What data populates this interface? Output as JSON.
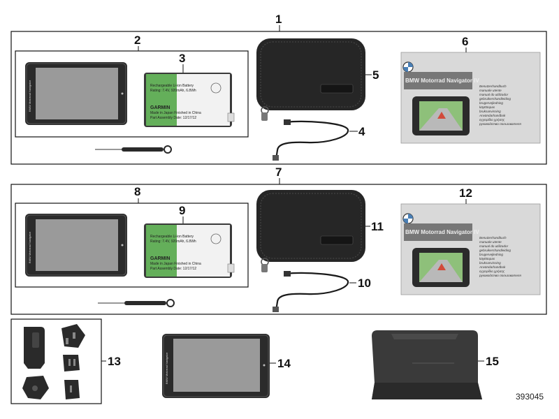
{
  "callouts": {
    "n1": "1",
    "n2": "2",
    "n3": "3",
    "n4": "4",
    "n5": "5",
    "n6": "6",
    "n7": "7",
    "n8": "8",
    "n9": "9",
    "n10": "10",
    "n11": "11",
    "n12": "12",
    "n13": "13",
    "n14": "14",
    "n15": "15"
  },
  "manual": {
    "title": "BMW Motorrad Navigator IV",
    "languages": [
      "Benutzerhandbuch",
      "manuale utente",
      "manual do utilizador",
      "gebruikershandleiding",
      "brugervejledning",
      "käyttöopas",
      "bruksanvisning",
      "Användarhandbok",
      "εγχειρίδιο χρήσης",
      "руководство пользователя"
    ]
  },
  "battery": {
    "brand": "GARMIN",
    "lines": [
      "Rechargeable Li-ion Battery",
      "Rating: 7.4V, 920mAh, 6.8Wh",
      "Made in Japan  Finished in China",
      "Part Assembly Date: 12/17/12"
    ]
  },
  "device": {
    "label": "BMW Motorrad Navigator"
  },
  "diagram_code": "393045",
  "colors": {
    "line": "#111111",
    "case": "#262626",
    "device": "#2b2b2b",
    "screen": "#9a9a9a",
    "battery_green": "#55a94a",
    "manual_bg": "#d9d9d9",
    "cradle": "#3a3a3a"
  }
}
